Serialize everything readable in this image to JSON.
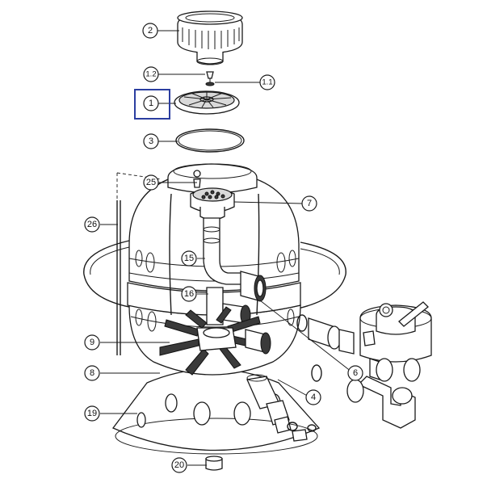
{
  "callouts": {
    "c2": "2",
    "c1_2": "1.2",
    "c1_1": "1.1",
    "c1": "1",
    "c3": "3",
    "c25": "25",
    "c7": "7",
    "c26": "26",
    "c15": "15",
    "c16": "16",
    "c9": "9",
    "c8": "8",
    "c6": "6",
    "c4": "4",
    "c19": "19",
    "c20": "20"
  },
  "highlighted_part": "1",
  "highlight_color": "#2b3ea0"
}
